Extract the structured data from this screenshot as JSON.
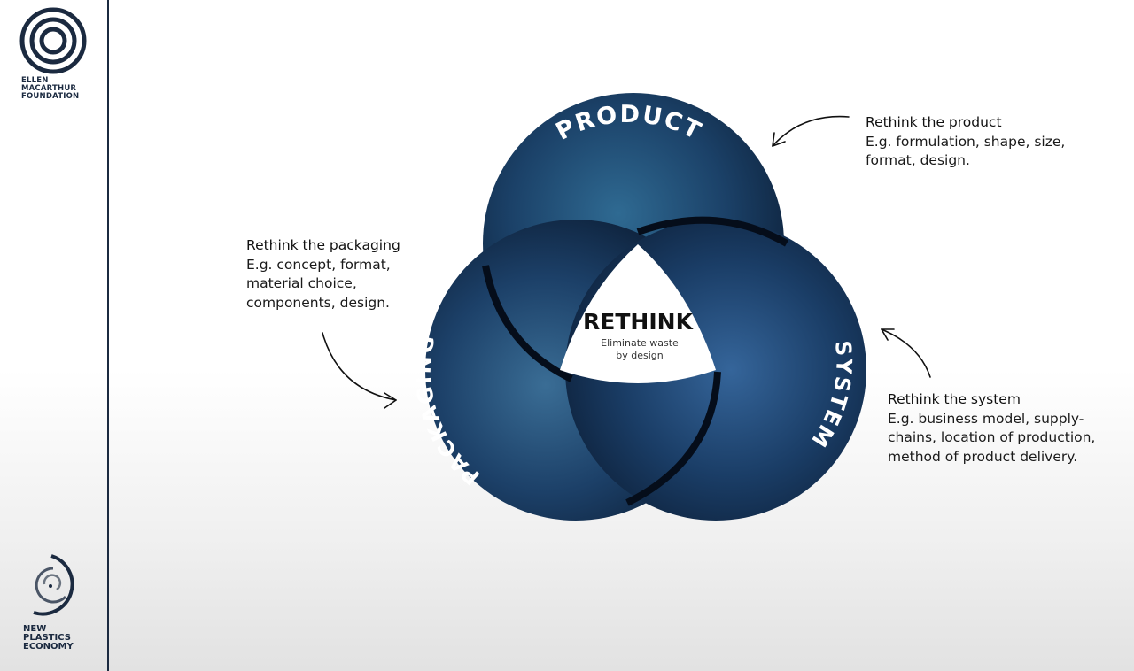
{
  "branding": {
    "top_logo_lines": [
      "ELLEN",
      "MACARTHUR",
      "FOUNDATION"
    ],
    "bottom_logo_lines": [
      "NEW",
      "PLASTICS",
      "ECONOMY"
    ]
  },
  "diagram": {
    "center_title": "RETHINK",
    "center_subtitle_lines": [
      "Eliminate waste",
      "by design"
    ],
    "loops": [
      {
        "label": "PRODUCT"
      },
      {
        "label": "PACKAGING"
      },
      {
        "label": "SYSTEM"
      }
    ],
    "colors": {
      "loop_dark": "#0f2440",
      "loop_light": "#2e5f86",
      "ring_outline": "#0a1628"
    }
  },
  "annotations": {
    "product": {
      "heading": "Rethink the product",
      "lines": [
        "E.g. formulation, shape, size,",
        "format, design."
      ]
    },
    "packaging": {
      "heading": "Rethink the packaging",
      "lines": [
        "E.g. concept, format,",
        "material choice,",
        "components, design."
      ]
    },
    "system": {
      "heading": "Rethink the system",
      "lines": [
        "E.g. business model, supply-",
        "chains, location of production,",
        "method of product delivery."
      ]
    }
  }
}
